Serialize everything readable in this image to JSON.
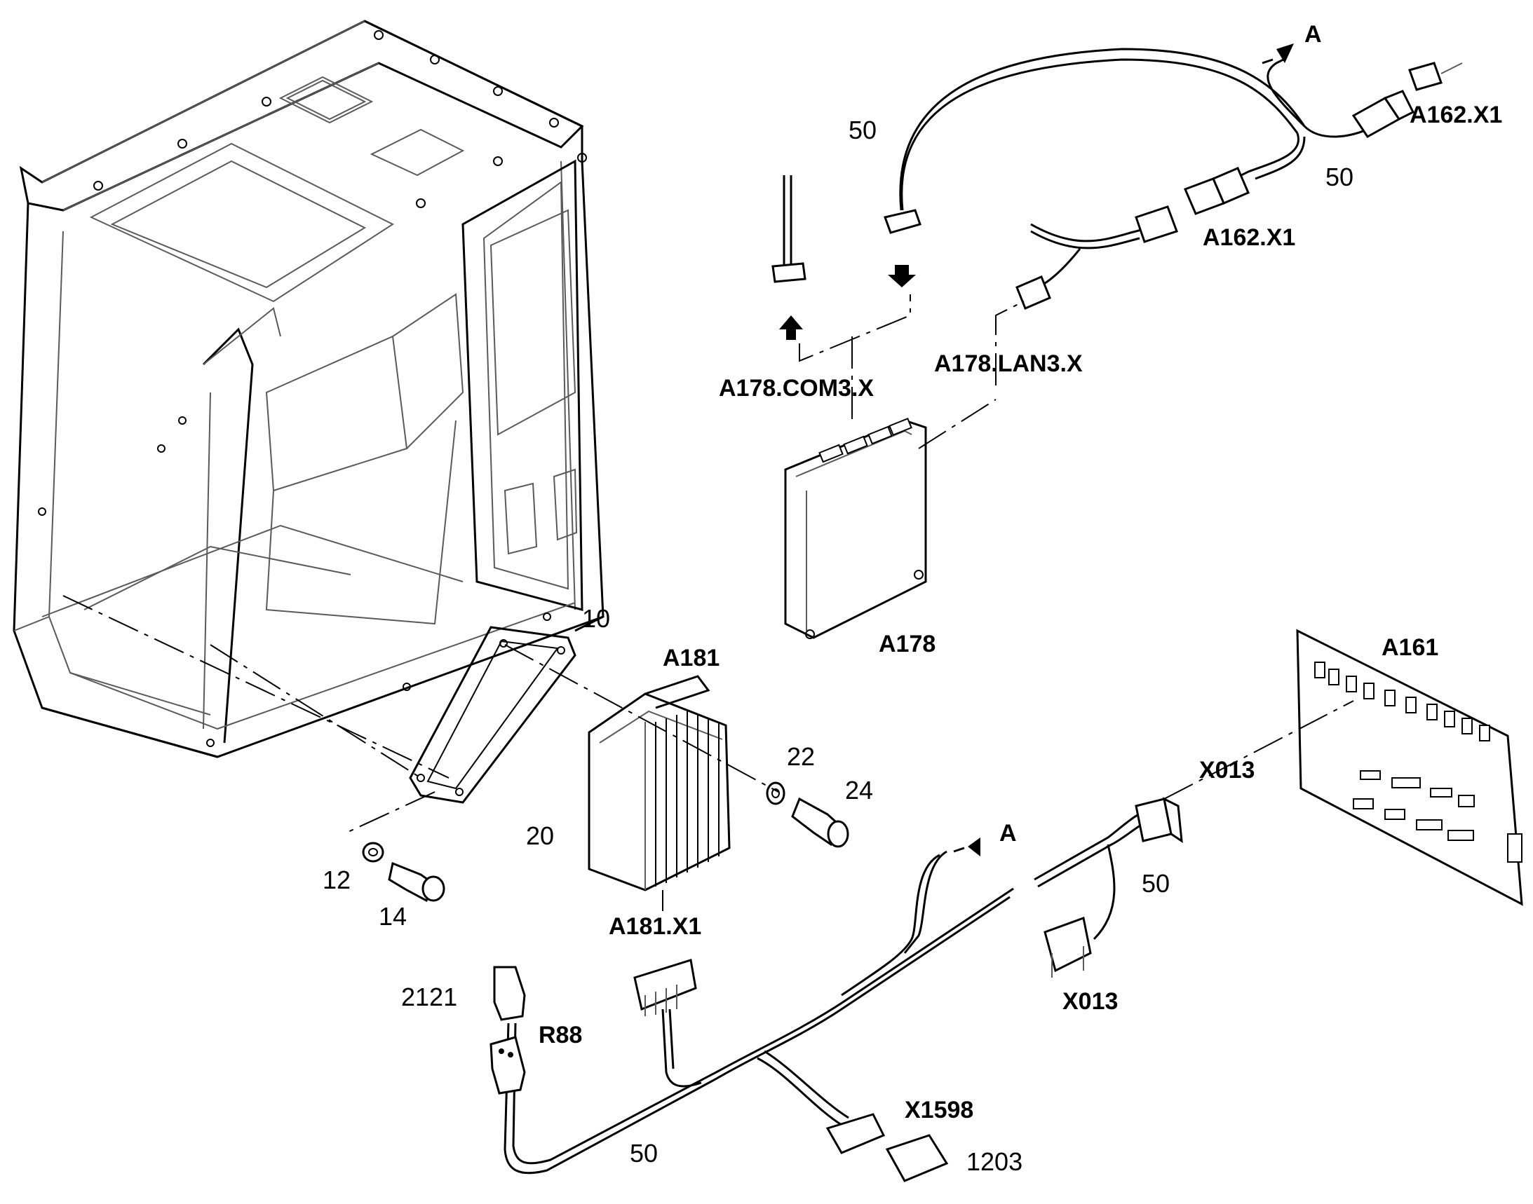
{
  "labels": {
    "a": "A",
    "a162_x1": "A162.X1",
    "a178": "A178",
    "a178_com3": "A178.COM3.X",
    "a178_lan3": "A178.LAN3.X",
    "a181": "A181",
    "a181_x1": "A181.X1",
    "a161": "A161",
    "x013": "X013",
    "x1598": "X1598",
    "r88": "R88"
  },
  "item_numbers": {
    "n10": "10",
    "n12": "12",
    "n14": "14",
    "n20": "20",
    "n22": "22",
    "n24": "24",
    "n50": "50",
    "n1203": "1203",
    "n2121": "2121"
  }
}
